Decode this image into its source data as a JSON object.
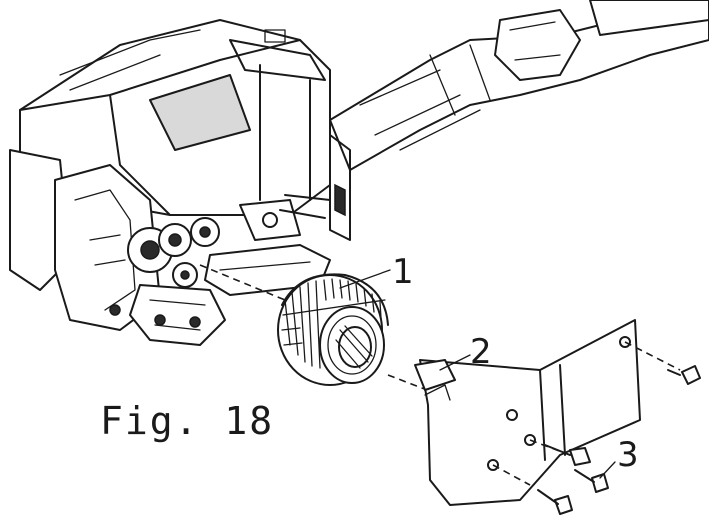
{
  "figure": {
    "caption": "Fig. 18",
    "callouts": [
      {
        "id": "1",
        "label": "1"
      },
      {
        "id": "2",
        "label": "2"
      },
      {
        "id": "3",
        "label": "3"
      }
    ]
  }
}
